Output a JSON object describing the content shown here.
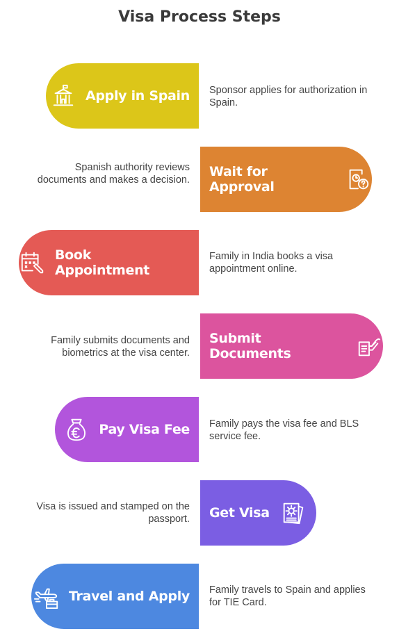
{
  "title": "Visa Process Steps",
  "steps": [
    {
      "label": "Apply in Spain",
      "description": "Sponsor applies for authorization in Spain.",
      "color": "#dcc619",
      "icon": "government-building-icon"
    },
    {
      "label": "Wait for Approval",
      "description": "Spanish authority reviews documents and makes a decision.",
      "color": "#dd8432",
      "icon": "document-clock-question-icon"
    },
    {
      "label": "Book Appointment",
      "description": "Family in India books a visa appointment online.",
      "color": "#e45a55",
      "icon": "calendar-edit-icon"
    },
    {
      "label": "Submit Documents",
      "description": "Family submits documents and biometrics at the visa center.",
      "color": "#dc549e",
      "icon": "hand-document-icon"
    },
    {
      "label": "Pay Visa Fee",
      "description": "Family pays the visa fee and BLS service fee.",
      "color": "#b255dc",
      "icon": "euro-money-bag-icon"
    },
    {
      "label": "Get Visa",
      "description": "Visa is issued and stamped on the passport.",
      "color": "#7b5ee3",
      "icon": "passport-icon"
    },
    {
      "label": "Travel and Apply",
      "description": "Family travels to Spain and applies for TIE Card.",
      "color": "#4d88e0",
      "icon": "airplane-luggage-icon"
    }
  ]
}
